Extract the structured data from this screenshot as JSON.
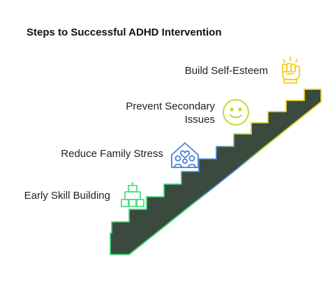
{
  "title": "Steps to Successful ADHD Intervention",
  "steps": [
    {
      "label": "Early Skill Building",
      "icon": "building-blocks-icon",
      "color": "#4ade80"
    },
    {
      "label": "Reduce Family Stress",
      "icon": "family-home-icon",
      "color": "#4a7fd6"
    },
    {
      "label_line1": "Prevent Secondary",
      "label_line2": "Issues",
      "icon": "smiley-face-icon",
      "color": "#c4d92e"
    },
    {
      "label": "Build Self-Esteem",
      "icon": "raised-fist-icon",
      "color": "#f2cf1f"
    }
  ],
  "stair_fill": "#3b4a3e"
}
